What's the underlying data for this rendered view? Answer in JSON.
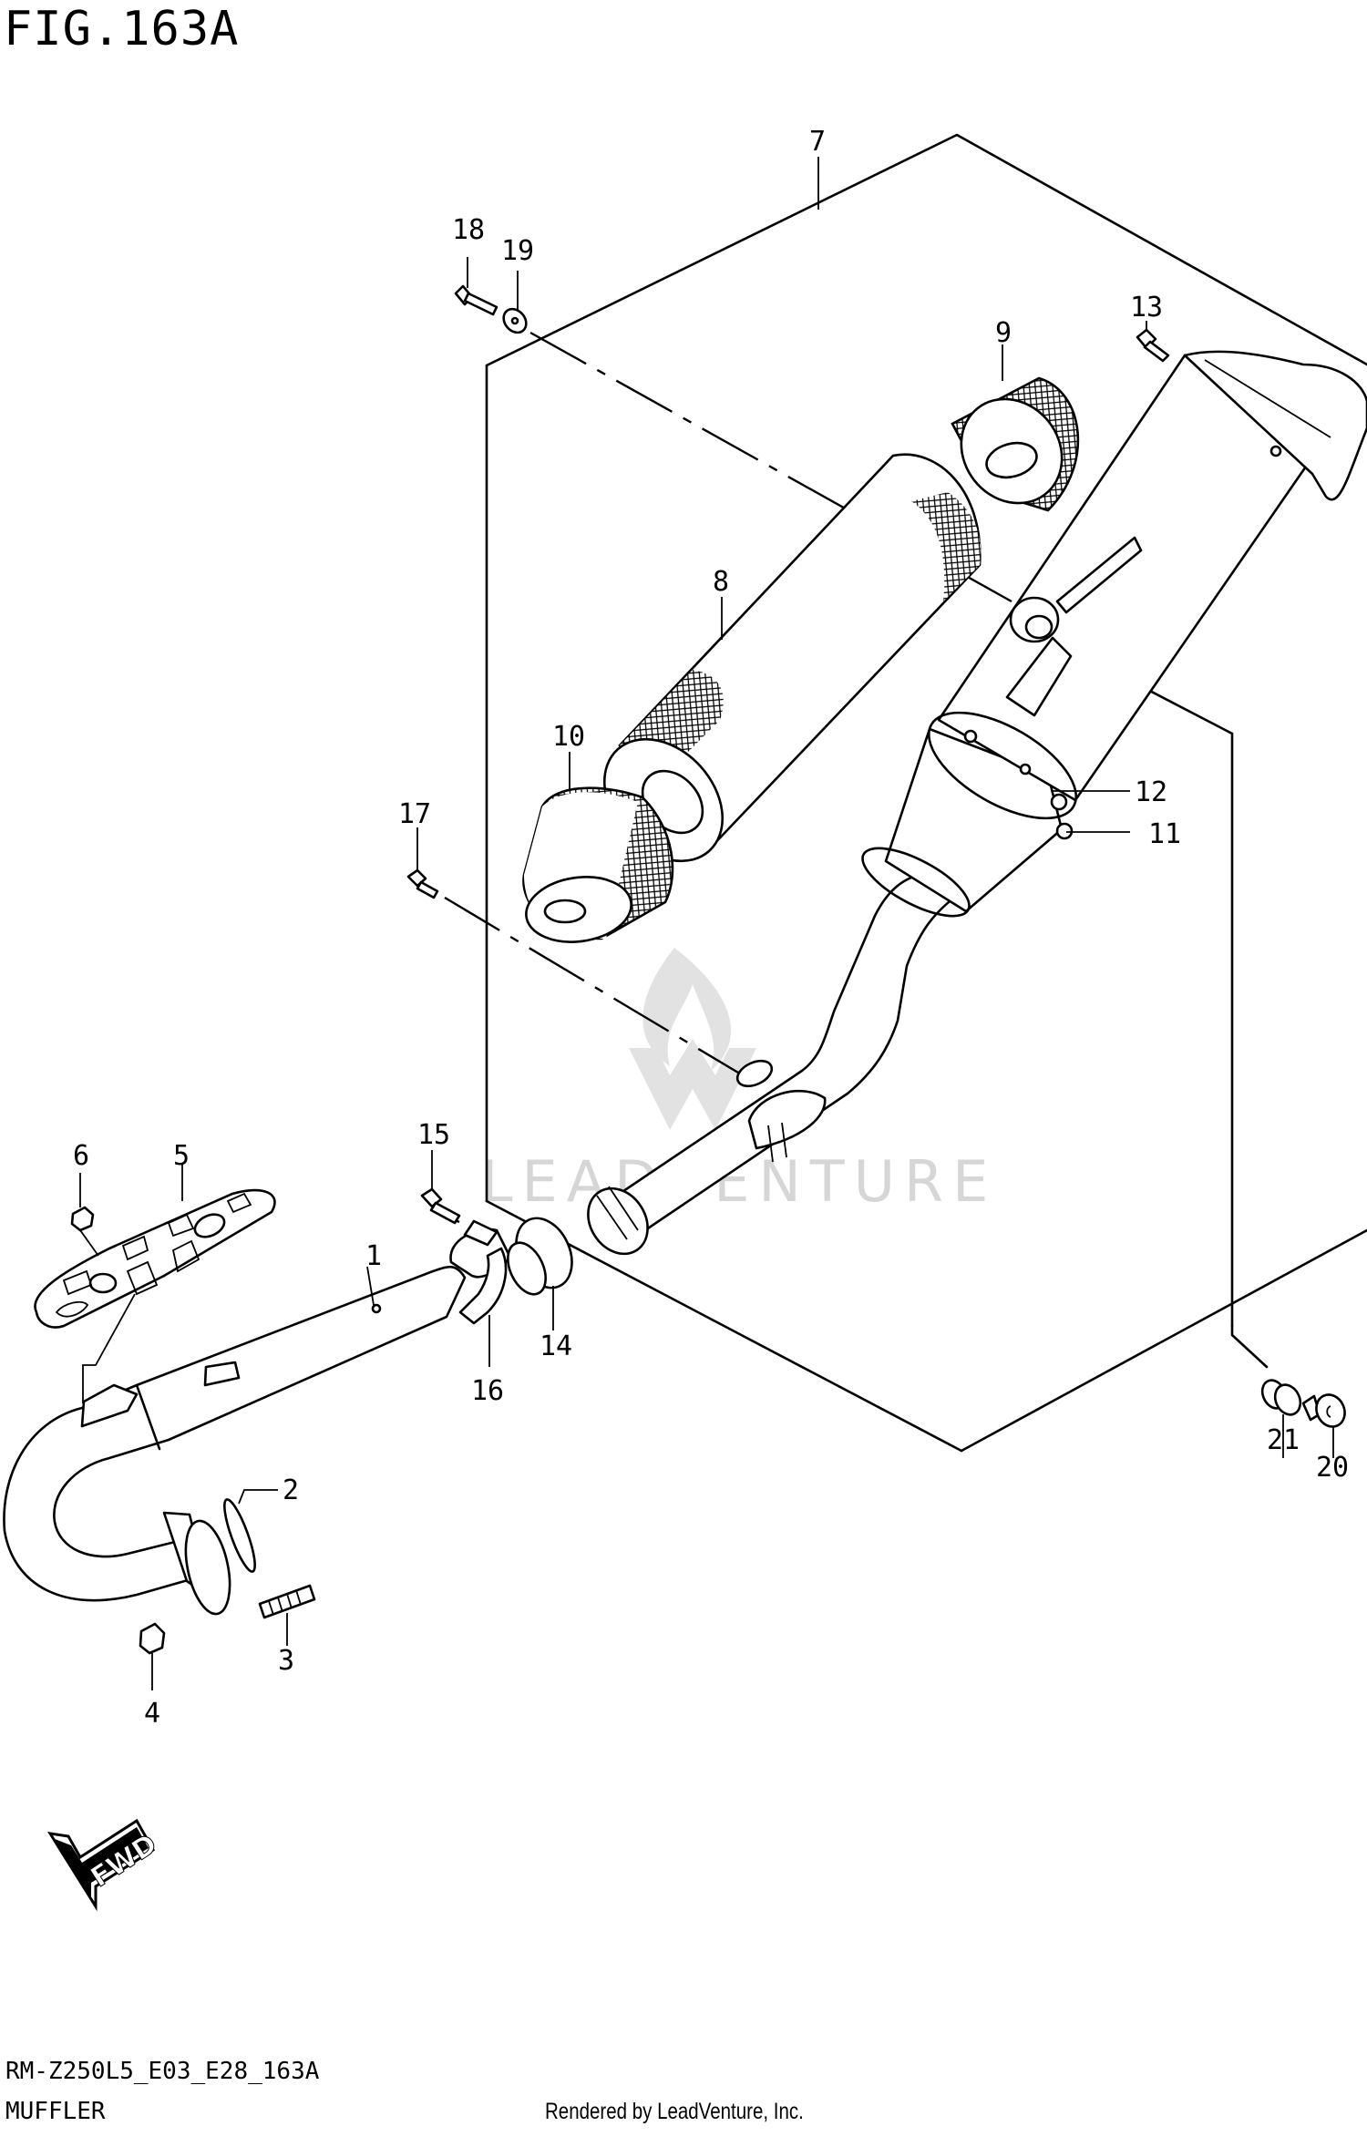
{
  "figure_title": "FIG.163A",
  "model_code": "RM-Z250L5_E03_E28_163A",
  "section_name": "MUFFLER",
  "rendered_by": "Rendered by LeadVenture, Inc.",
  "watermark": "LEADVENTURE",
  "fwd_label": "FWD",
  "callouts": [
    "1",
    "2",
    "3",
    "4",
    "5",
    "6",
    "7",
    "8",
    "9",
    "10",
    "11",
    "12",
    "13",
    "14",
    "15",
    "16",
    "17",
    "18",
    "19",
    "20",
    "21"
  ]
}
